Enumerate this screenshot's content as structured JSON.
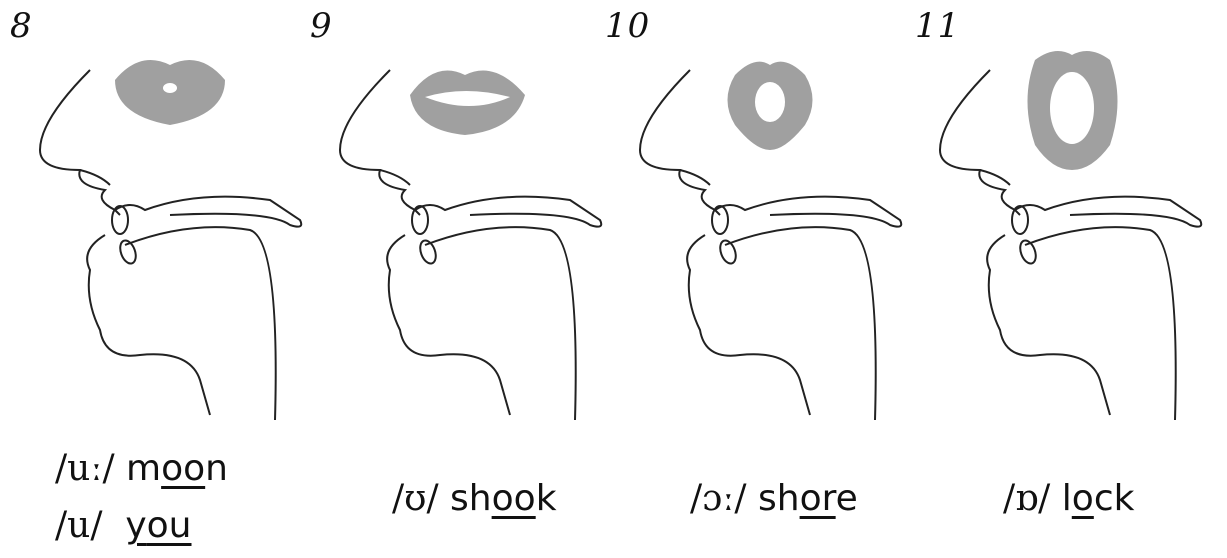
{
  "panels": [
    {
      "number": "8",
      "labels": [
        {
          "ipa": "/uː/",
          "pre": "m",
          "under": "oo",
          "post": "n"
        },
        {
          "ipa": "/u/",
          "pre": "",
          "under": "ou",
          "post": "",
          "lead": "y"
        }
      ]
    },
    {
      "number": "9",
      "labels": [
        {
          "ipa": "/ʊ/",
          "pre": "sh",
          "under": "oo",
          "post": "k"
        }
      ]
    },
    {
      "number": "10",
      "labels": [
        {
          "ipa": "/ɔː/",
          "pre": "sh",
          "under": "or",
          "post": "e"
        }
      ]
    },
    {
      "number": "11",
      "labels": [
        {
          "ipa": "/ɒ/",
          "pre": "l",
          "under": "o",
          "post": "ck"
        }
      ]
    }
  ],
  "colors": {
    "lips": "#a0a0a0",
    "outline": "#222222"
  }
}
